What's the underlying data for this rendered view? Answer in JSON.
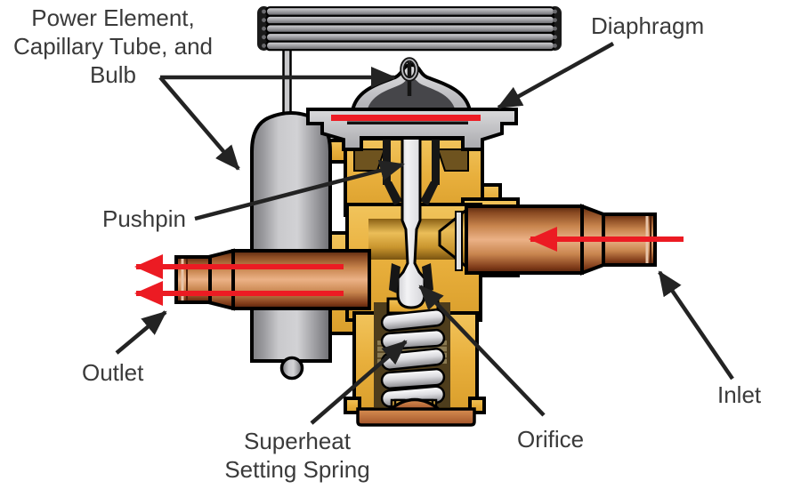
{
  "labels": {
    "power_element": {
      "lines": [
        "Power Element,",
        "Capillary Tube, and",
        "Bulb"
      ]
    },
    "diaphragm": "Diaphragm",
    "pushpin": "Pushpin",
    "outlet": "Outlet",
    "inlet": "Inlet",
    "superheat_spring": {
      "lines": [
        "Superheat",
        "Setting Spring"
      ]
    },
    "orifice": "Orifice"
  },
  "colors": {
    "background": "#FFFFFF",
    "label_text": "#3A3A3A",
    "callout_arrow": "#232323",
    "flow_arrow": "#EC1B23",
    "diaphragm_indicator": "#ED1C24",
    "valve_body_brass": "#E8AF3C",
    "brass_dark": "#8A6014",
    "copper_light": "#EBB186",
    "copper_dark": "#58260E",
    "bulb_metal": "#C9C9CC",
    "housing_gray": "#C4C4C8",
    "inner_dome_gray": "#46464A",
    "spring_silver": "#DCDCE0",
    "cavity_brown": "#4E3D1C",
    "bottom_cap_copper": "#C0703A",
    "outline": "#000000"
  }
}
